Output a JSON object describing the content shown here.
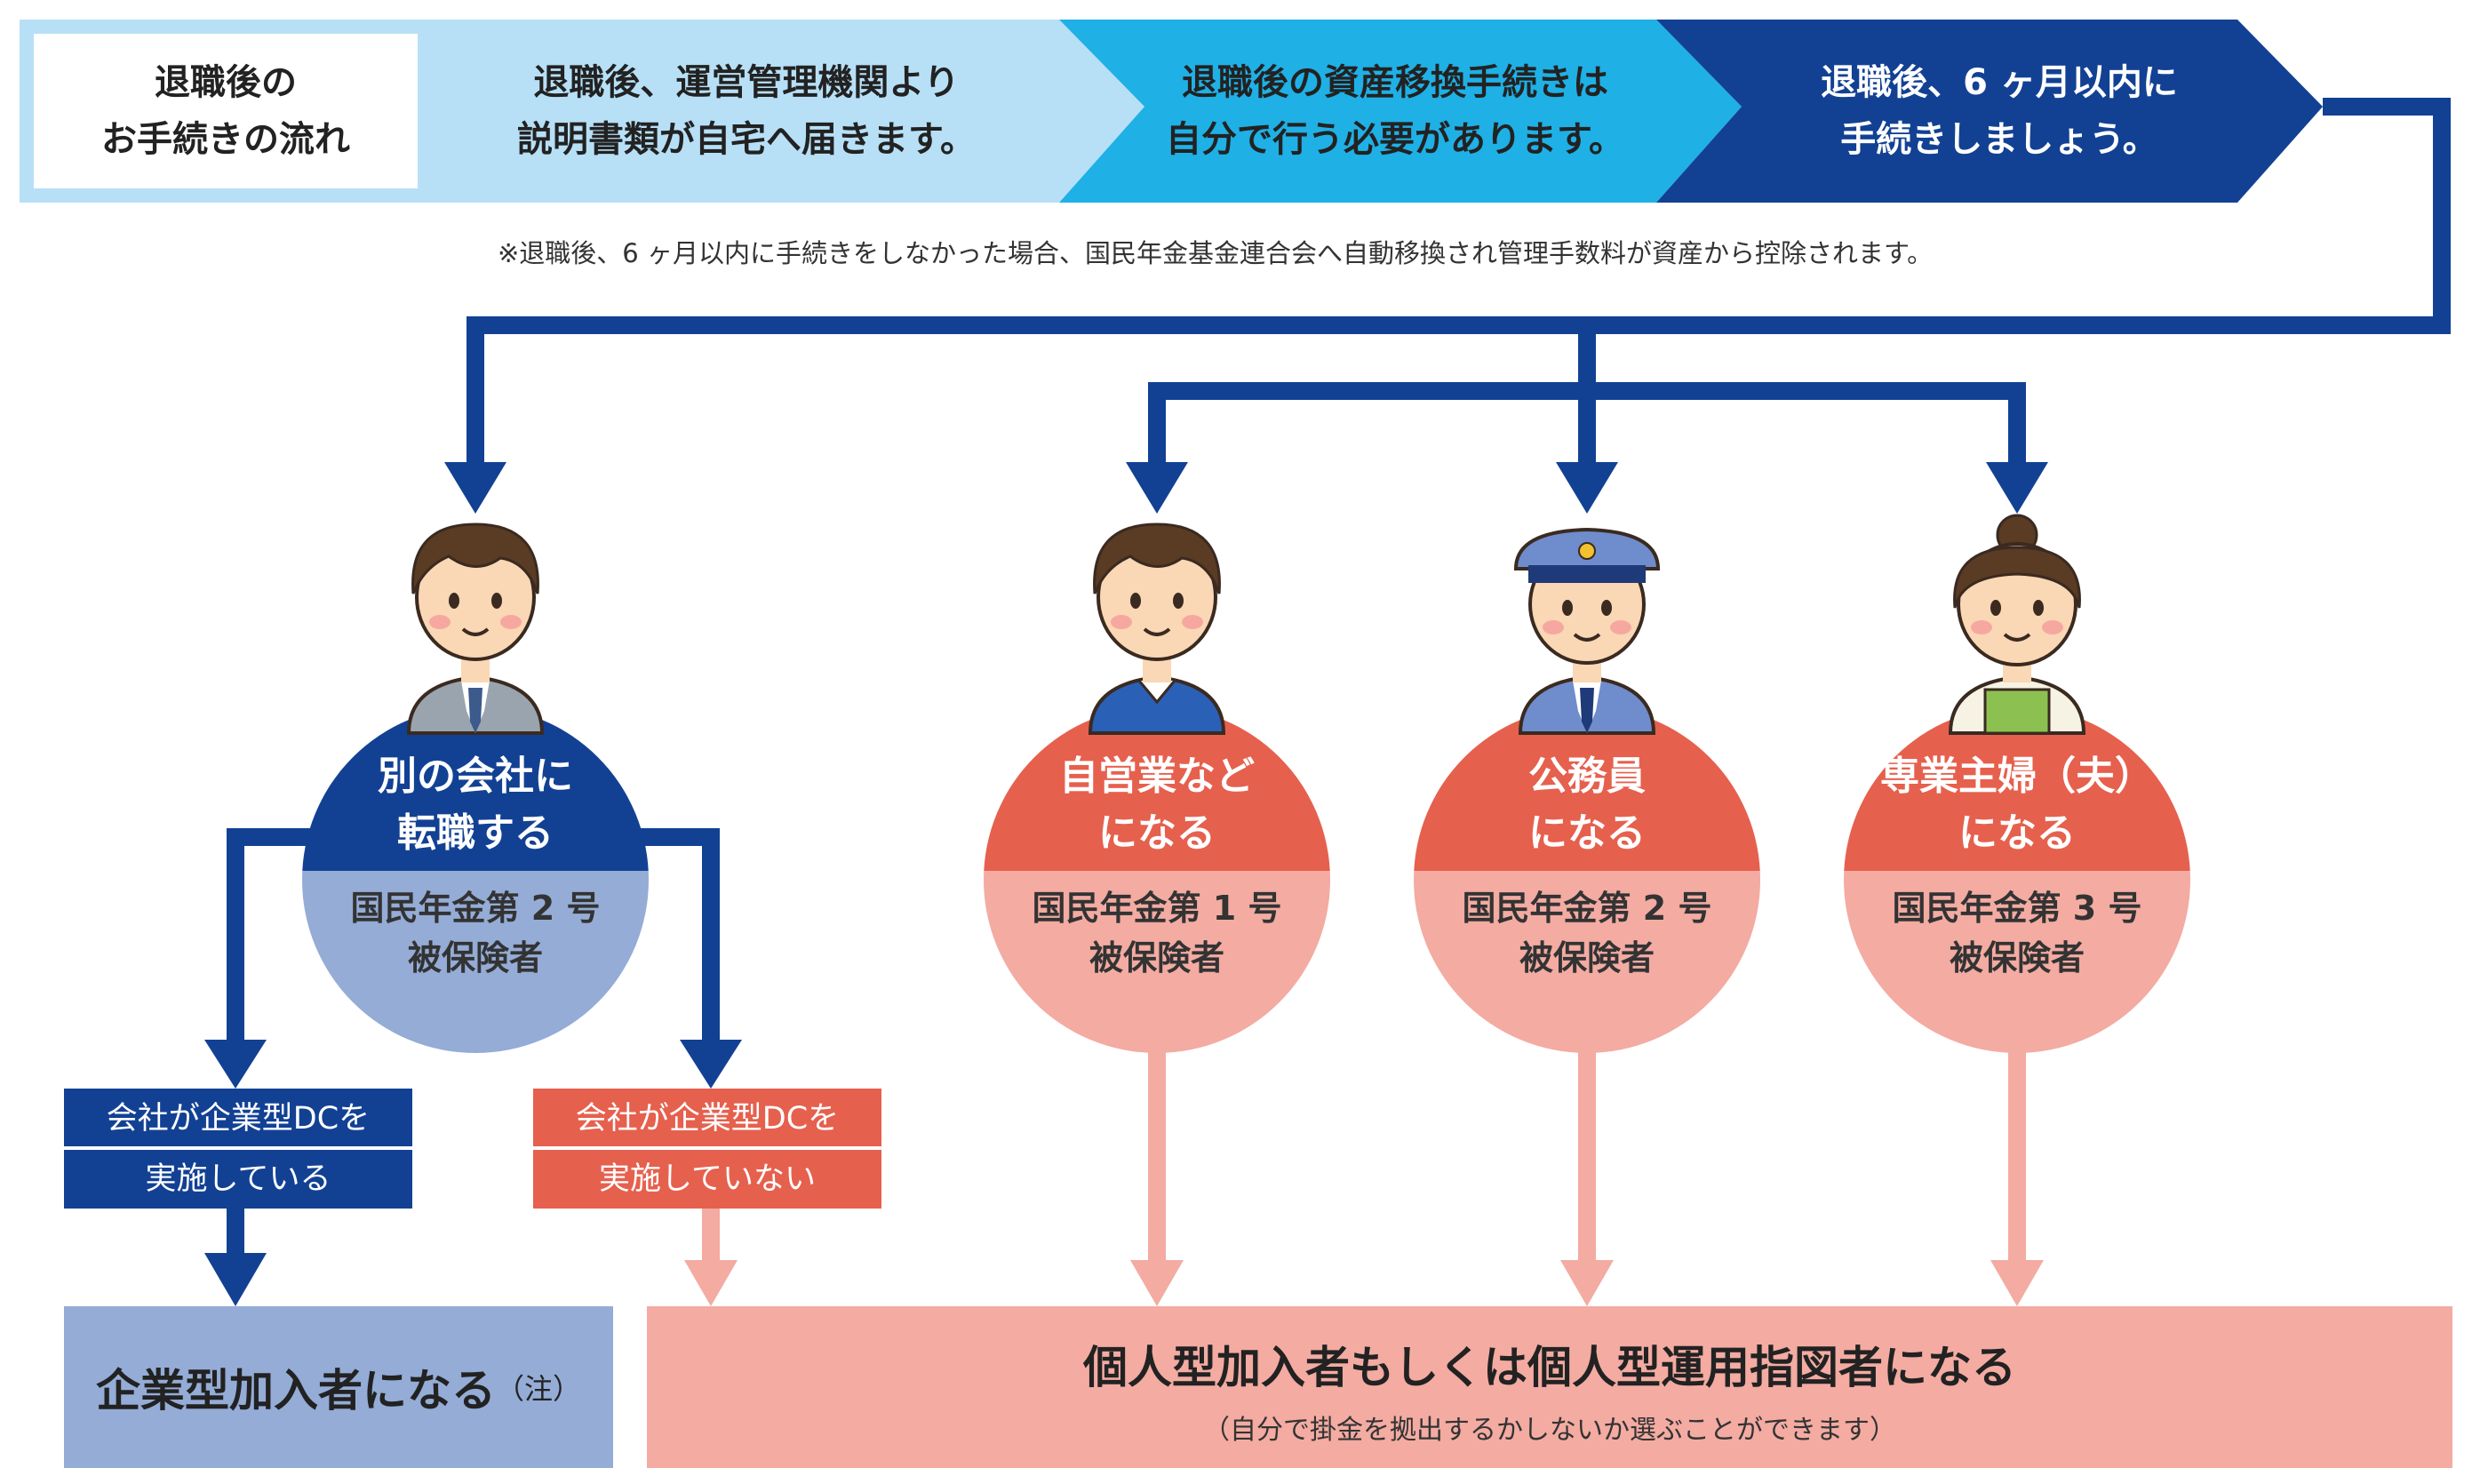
{
  "flow": {
    "label": "退職後の\nお手続きの流れ",
    "step1": "退職後、運営管理機関より\n説明書類が自宅へ届きます。",
    "step2": "退職後の資産移換手続きは\n自分で行う必要があります。",
    "step3": "退職後、6 ヶ月以内に\n手続きしましょう。"
  },
  "note": "※退職後、6 ヶ月以内に手続きをしなかった場合、国民年金基金連合会へ自動移換され管理手数料が資産から控除されます。",
  "options": [
    {
      "title": "別の会社に\n転職する",
      "status": "国民年金第 2 号\n被保険者",
      "figure": "office-worker-icon"
    },
    {
      "title": "自営業など\nになる",
      "status": "国民年金第 1 号\n被保険者",
      "figure": "self-employed-icon"
    },
    {
      "title": "公務員\nになる",
      "status": "国民年金第 2 号\n被保険者",
      "figure": "civil-servant-icon"
    },
    {
      "title": "専業主婦（夫）\nになる",
      "status": "国民年金第 3 号\n被保険者",
      "figure": "homemaker-icon"
    }
  ],
  "branches": {
    "dc_yes_line1": "会社が企業型DCを",
    "dc_yes_line2": "実施している",
    "dc_no_line1": "会社が企業型DCを",
    "dc_no_line2": "実施していない"
  },
  "results": {
    "corporate": "企業型加入者になる",
    "corporate_note": "（注）",
    "individual": "個人型加入者もしくは個人型運用指図者になる",
    "individual_note": "（自分で掛金を拠出するかしないか選ぶことができます）"
  },
  "colors": {
    "navy": "#124194",
    "light_blue": "#b7e0f7",
    "mid_blue": "#1fb0e6",
    "circle_blue_lower": "#94acd6",
    "red": "#e6604e",
    "pink": "#f3aba2",
    "pale_blue_box": "#94acd6"
  }
}
